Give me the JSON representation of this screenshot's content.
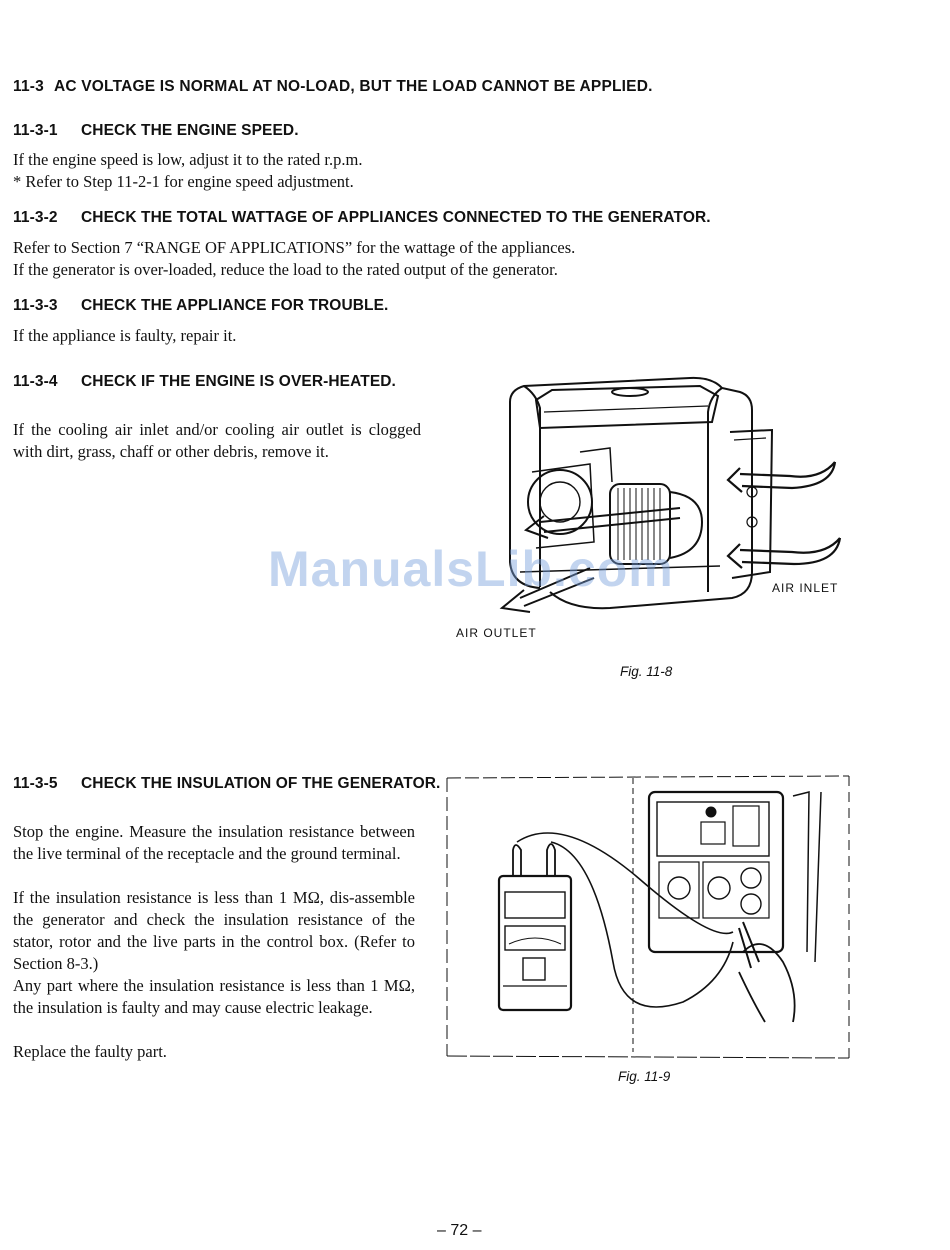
{
  "sections": {
    "s11_3": {
      "num": "11-3",
      "title": "AC VOLTAGE IS NORMAL AT NO-LOAD, BUT THE LOAD CANNOT BE APPLIED."
    },
    "s11_3_1": {
      "num": "11-3-1",
      "title": "CHECK THE ENGINE SPEED.",
      "line1": "If the engine speed is low, adjust it to the rated r.p.m.",
      "line2": "*  Refer to Step 11-2-1 for engine speed adjustment."
    },
    "s11_3_2": {
      "num": "11-3-2",
      "title": "CHECK THE TOTAL WATTAGE OF APPLIANCES CONNECTED  TO THE GENERATOR.",
      "line1": "Refer to Section 7  “RANGE OF APPLICATIONS” for the wattage of the appliances.",
      "line2": "If the generator is over-loaded, reduce the load to the rated output of the generator."
    },
    "s11_3_3": {
      "num": "11-3-3",
      "title": "CHECK THE APPLIANCE FOR TROUBLE.",
      "line1": "If the appliance is faulty, repair it."
    },
    "s11_3_4": {
      "num": "11-3-4",
      "title": "CHECK  IF  THE  ENGINE  IS  OVER-HEATED.",
      "body": "If the cooling air inlet and/or cooling air outlet is clogged with dirt, grass, chaff or other debris, remove it."
    },
    "s11_3_5": {
      "num": "11-3-5",
      "title": "CHECK  THE  INSULATION  OF  THE GENERATOR.",
      "para1": "Stop the engine. Measure the insulation resistance between the live terminal of the receptacle and the ground terminal.",
      "para2": "If the insulation resistance is less than 1 MΩ, dis-assemble the generator and check the insulation resistance of the stator, rotor and the live parts in the control box. (Refer to Section 8-3.)",
      "para3": "Any part where the insulation resistance is less than 1 MΩ, the insulation is faulty and may cause electric leakage.",
      "para4": "Replace the faulty part."
    }
  },
  "figures": {
    "fig_11_8": {
      "caption": "Fig. 11-8",
      "label_inlet": "AIR INLET",
      "label_outlet": "AIR OUTLET"
    },
    "fig_11_9": {
      "caption": "Fig. 11-9"
    }
  },
  "watermark": "ManualsLib.com",
  "page_number": "– 72 –"
}
